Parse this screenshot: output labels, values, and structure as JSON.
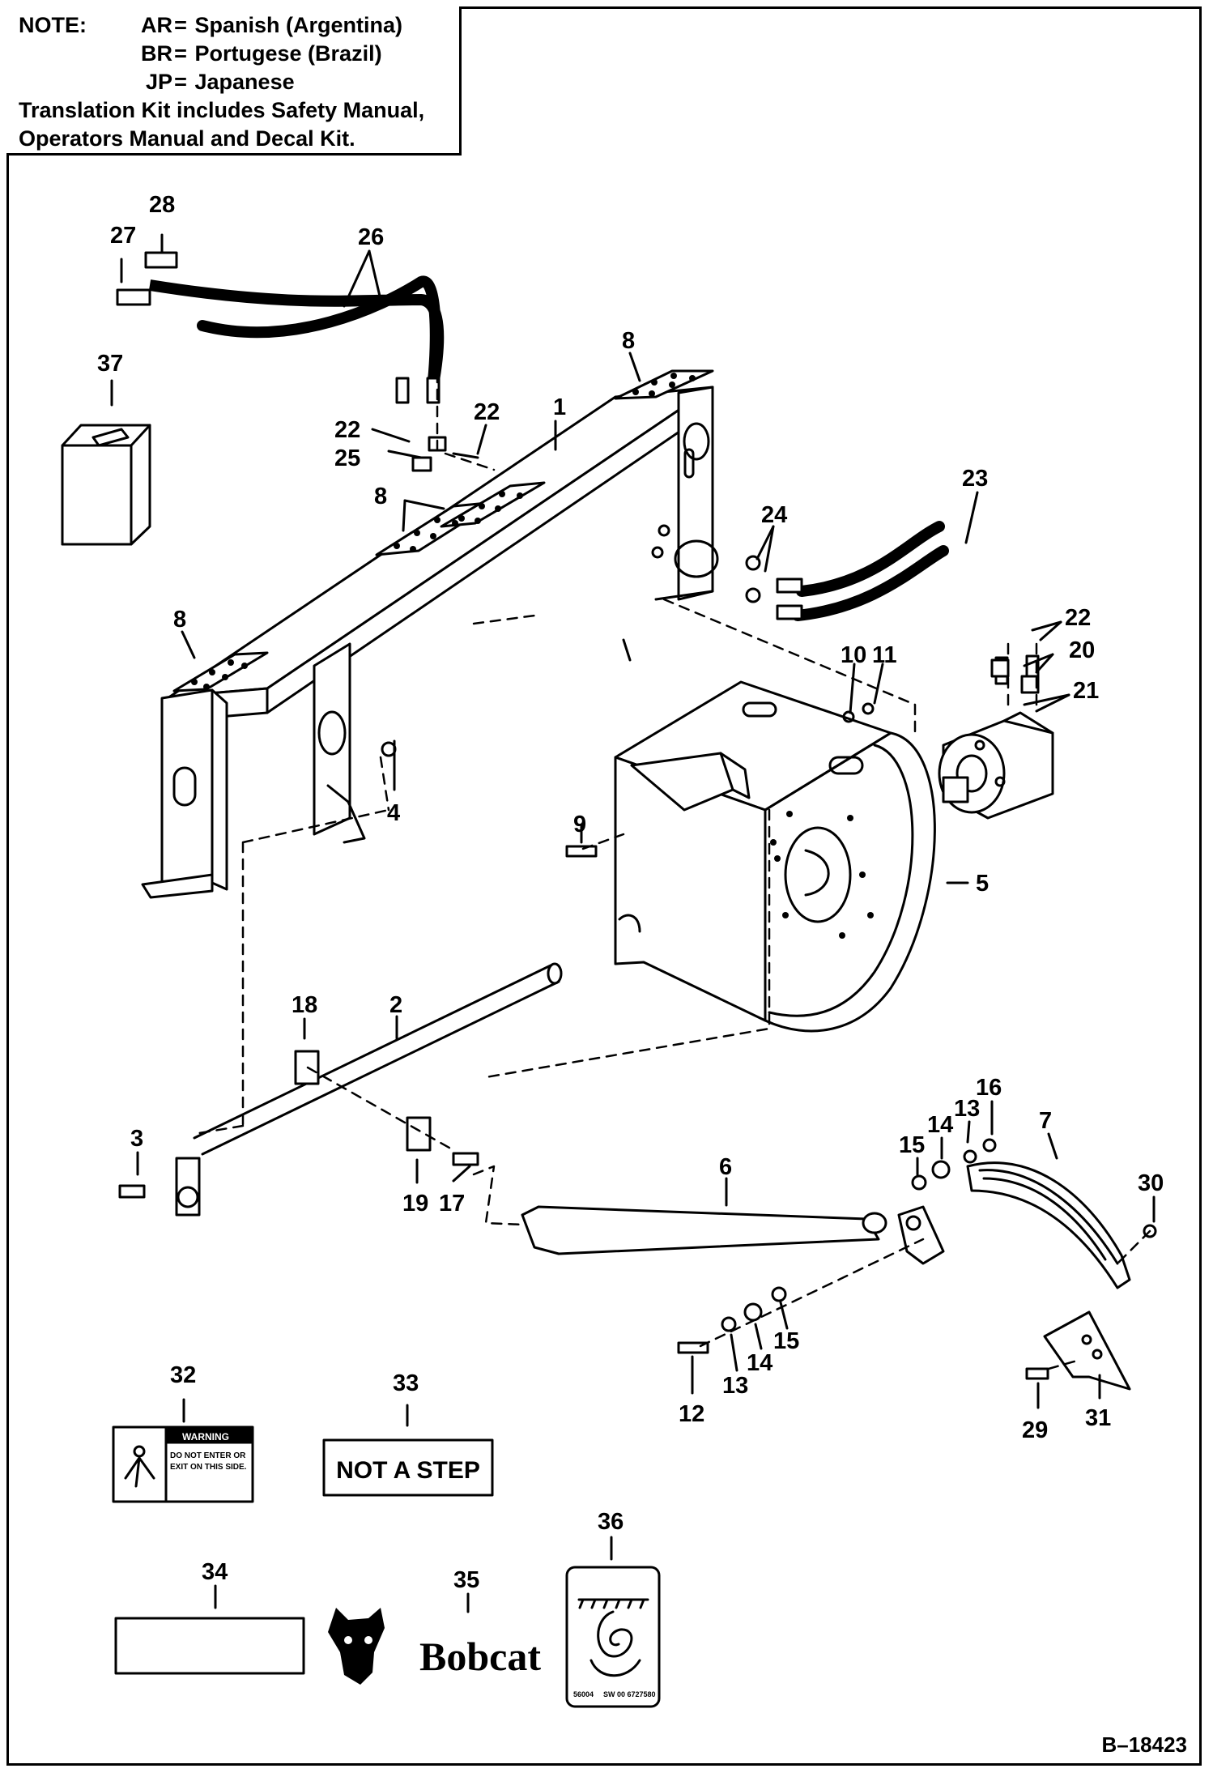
{
  "note": {
    "title": "NOTE:",
    "entries": [
      {
        "code": "AR",
        "lang": "Spanish (Argentina)"
      },
      {
        "code": "BR",
        "lang": "Portugese (Brazil)"
      },
      {
        "code": "JP",
        "lang": "Japanese"
      }
    ],
    "line1": "Translation Kit includes Safety Manual,",
    "line2": "Operators Manual and Decal Kit."
  },
  "callouts": {
    "c1": "1",
    "c2": "2",
    "c3": "3",
    "c4": "4",
    "c5": "5",
    "c6": "6",
    "c7": "7",
    "c8a": "8",
    "c8b": "8",
    "c8c": "8",
    "c9": "9",
    "c10": "10",
    "c11": "11",
    "c12": "12",
    "c13a": "13",
    "c13b": "13",
    "c14a": "14",
    "c14b": "14",
    "c15a": "15",
    "c15b": "15",
    "c16": "16",
    "c17": "17",
    "c18": "18",
    "c19": "19",
    "c20": "20",
    "c21": "21",
    "c22a": "22",
    "c22b": "22",
    "c22c": "22",
    "c23": "23",
    "c24": "24",
    "c25": "25",
    "c26": "26",
    "c27": "27",
    "c28": "28",
    "c29": "29",
    "c30": "30",
    "c31": "31",
    "c32": "32",
    "c33": "33",
    "c34": "34",
    "c35": "35",
    "c36": "36",
    "c37": "37"
  },
  "decals": {
    "warning_title": "WARNING",
    "warning_line1": "DO NOT ENTER OR",
    "warning_line2": "EXIT ON THIS SIDE.",
    "not_a_step": "NOT A STEP",
    "brand": "Bobcat",
    "decal36_num": "56004",
    "decal36_code": "SW 00 6727580"
  },
  "drawing_code": "B–18423"
}
